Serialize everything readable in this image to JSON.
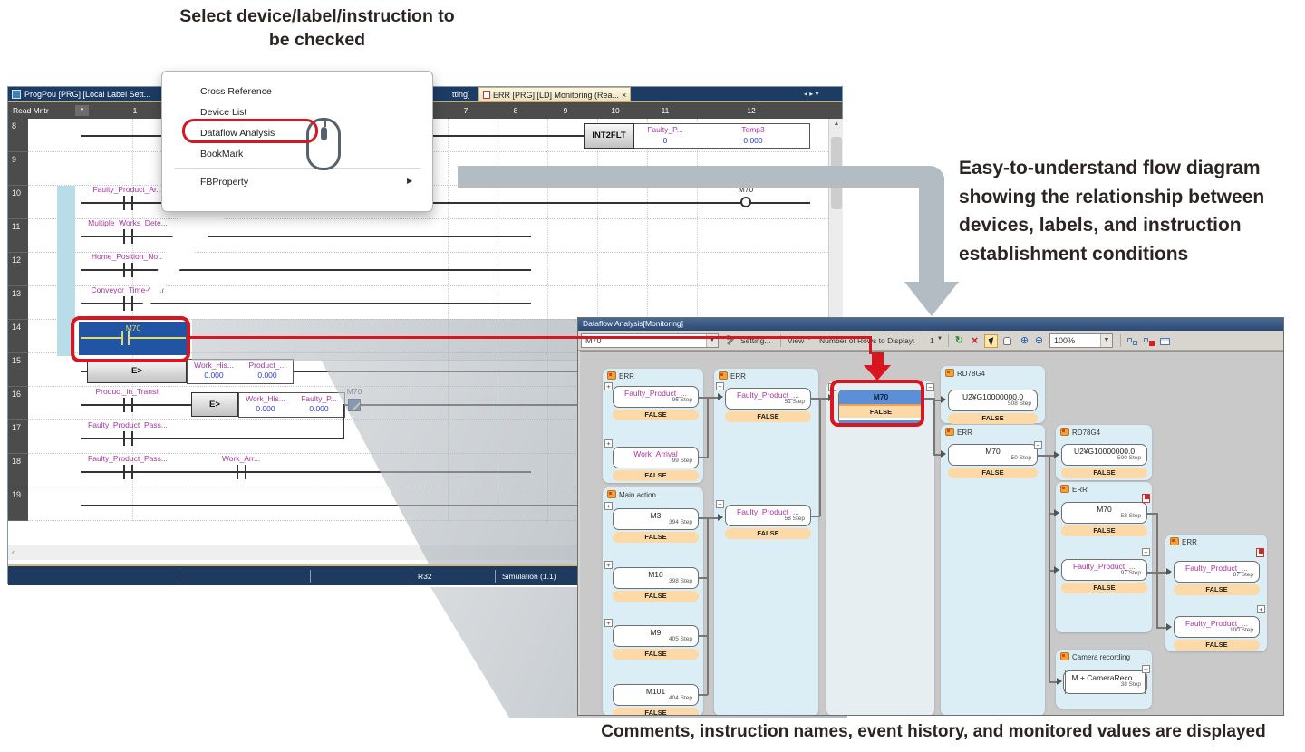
{
  "annotations": {
    "top_note_line1": "Select device/label/instruction to",
    "top_note_line2": "be checked",
    "right_note_line1": "Easy-to-understand flow diagram",
    "right_note_line2": "showing the relationship between",
    "right_note_line3": "devices, labels, and instruction",
    "right_note_line4": "establishment conditions",
    "bottom_caption": "Comments, instruction names, event history, and monitored values are displayed"
  },
  "ladder": {
    "tab1": "ProgPou [PRG] [Local Label Sett...",
    "tab1b": "tting]",
    "tab2": "ERR [PRG] [LD] Monitoring (Rea...",
    "tab2_close": "×",
    "nav_arrows": "◂ ▸ ▾",
    "mode": "Read Mntr",
    "columns": [
      "1",
      "7",
      "8",
      "9",
      "10",
      "11",
      "12"
    ],
    "rows": [
      "8",
      "9",
      "10",
      "11",
      "12",
      "13",
      "14",
      "15",
      "16",
      "17",
      "18",
      "19"
    ],
    "int2flt": {
      "name": "INT2FLT",
      "arg1": "Faulty_P...",
      "arg1_val": "0",
      "arg2": "Temp3",
      "arg2_val": "0.000"
    },
    "coil10": "M70",
    "c10": "Faulty_Product_Ar...",
    "c11": "Multiple_Works_Dete...",
    "c12": "Home_Position_No...",
    "c13": "Conveyor_Time-Over",
    "c14": "M70",
    "r15": {
      "op": "E>",
      "a": "Work_His...",
      "a_val": "0.000",
      "b": "Product_...",
      "b_val": "0.000"
    },
    "r16": {
      "c": "Product_in_Transit",
      "op": "E>",
      "a": "Work_His...",
      "a_val": "0.000",
      "b": "Faulty_P...",
      "b_val": "0.000",
      "coil": "M70"
    },
    "c17": "Faulty_Product_Pass...",
    "c18a": "Faulty_Product_Pass...",
    "c18b": "Work_Arr...",
    "status_plc": "R32",
    "status_sim": "Simulation (1.1)"
  },
  "menu": {
    "items": [
      "Cross Reference",
      "Device List",
      "Dataflow Analysis",
      "BookMark",
      "FBProperty"
    ]
  },
  "df": {
    "title": "Dataflow Analysis[Monitoring]",
    "search": "M70",
    "setting": "Setting...",
    "view": "View",
    "rows_label": "Number of Rows to Display:",
    "rows_value": "1",
    "zoom": "100%",
    "groups": [
      "ERR",
      "Main action",
      "ERR",
      "RD78G4",
      "ERR",
      "RD78G4",
      "ERR",
      "Camera recording",
      "ERR"
    ],
    "blocks": [
      {
        "label": "Faulty_Product_...",
        "step": "96 Step",
        "value": "FALSE"
      },
      {
        "label": "Work_Arrival",
        "step": "99 Step",
        "value": "FALSE"
      },
      {
        "label": "M3",
        "step": "394 Step",
        "value": "FALSE"
      },
      {
        "label": "M10",
        "step": "398 Step",
        "value": "FALSE"
      },
      {
        "label": "M9",
        "step": "405 Step",
        "value": "FALSE"
      },
      {
        "label": "M101",
        "step": "404 Step",
        "value": "FALSE"
      },
      {
        "label": "Faulty_Product_...",
        "step": "51 Step",
        "value": "FALSE"
      },
      {
        "label": "Faulty_Product_...",
        "step": "58 Step",
        "value": "FALSE"
      },
      {
        "label": "M70",
        "value": "FALSE"
      },
      {
        "label": "U2¥G10000000.0",
        "step": "508 Step",
        "value": "FALSE"
      },
      {
        "label": "M70",
        "step": "50 Step",
        "value": "FALSE"
      },
      {
        "label": "U2¥G10000000.0",
        "step": "500 Step",
        "value": "FALSE"
      },
      {
        "label": "M70",
        "step": "58 Step",
        "value": "FALSE"
      },
      {
        "label": "Faulty_Product_...",
        "step": "97 Step",
        "value": "FALSE"
      },
      {
        "label": "M + CameraReco...",
        "step": "38 Step"
      },
      {
        "label": "Faulty_Product_...",
        "step": "87 Step",
        "value": "FALSE"
      },
      {
        "label": "Faulty_Product_...",
        "step": "100 Step",
        "value": "FALSE"
      }
    ]
  }
}
